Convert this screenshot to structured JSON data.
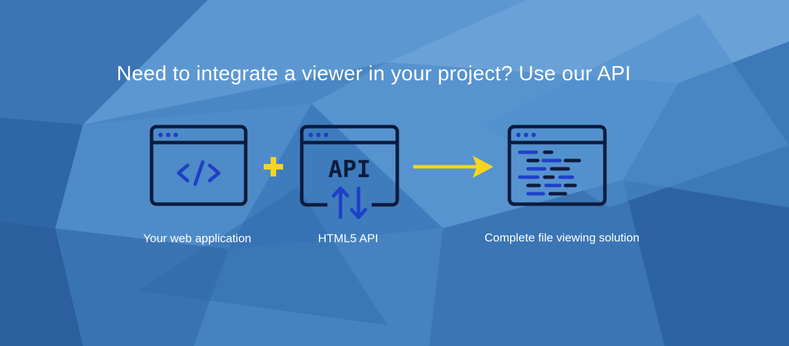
{
  "banner": {
    "headline": "Need to integrate a viewer in your project? Use our API",
    "steps": [
      {
        "icon": "code-window-icon",
        "caption": "Your web application"
      },
      {
        "icon": "api-window-icon",
        "badge": "API",
        "caption": "HTML5 API"
      },
      {
        "icon": "code-document-window-icon",
        "caption": "Complete file viewing solution"
      }
    ],
    "connectors": [
      {
        "icon": "plus-icon"
      },
      {
        "icon": "arrow-right-icon"
      }
    ]
  },
  "colors": {
    "background": "#4a86c4",
    "outline": "#0d1b3d",
    "accent_blue": "#1e40c8",
    "accent_yellow": "#f7d51f",
    "text": "#ffffff"
  }
}
